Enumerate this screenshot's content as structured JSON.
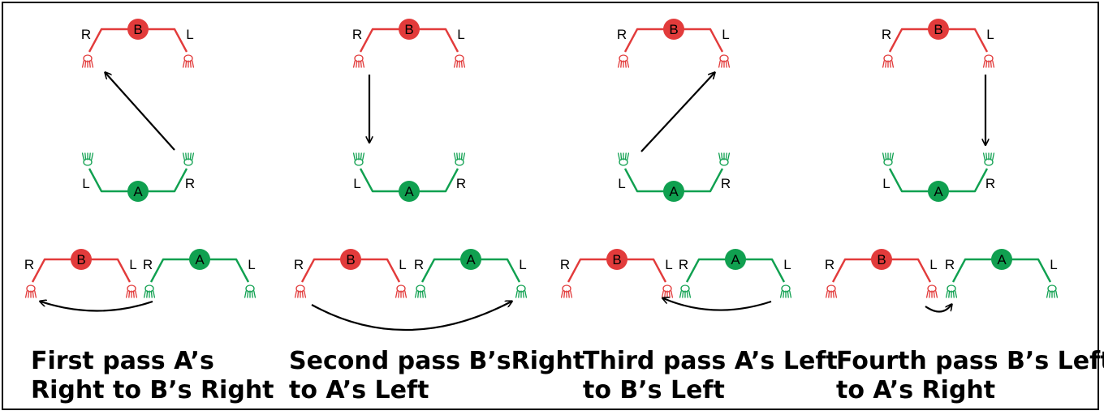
{
  "colors": {
    "player_b": "#e23b3b",
    "player_a": "#10a050",
    "arrow": "#000000"
  },
  "labels": {
    "player_b": "B",
    "player_a": "A",
    "right": "R",
    "left": "L"
  },
  "captions": [
    {
      "line1": "First pass A’s",
      "line2": "Right to B’s Right"
    },
    {
      "line1": "Second pass B’sRight",
      "line2": "to A’s Left"
    },
    {
      "line1": "Third pass A’s Left",
      "line2": "to B’s Left"
    },
    {
      "line1": "Fourth pass B’s Left",
      "line2": "to A’s Right"
    }
  ]
}
